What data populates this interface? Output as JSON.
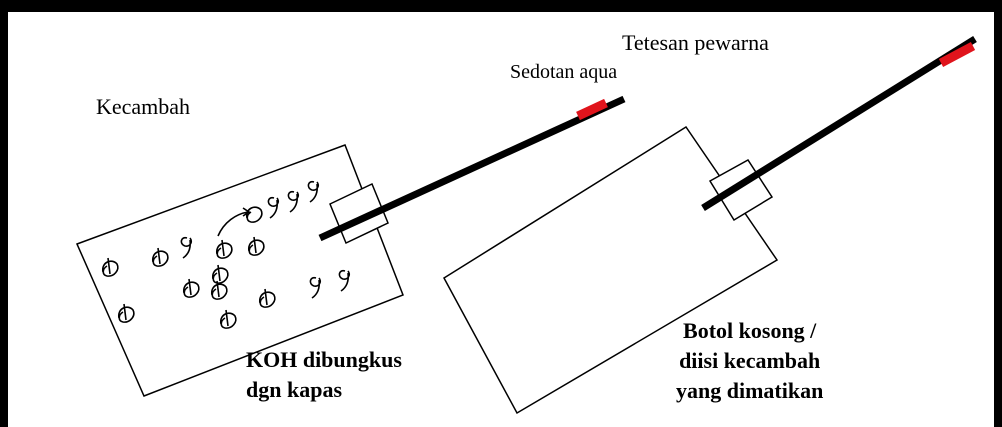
{
  "labels": {
    "tetesan": "Tetesan pewarna",
    "sedotan": "Sedotan aqua",
    "kecambah": "Kecambah",
    "koh_line1": "KOH dibungkus",
    "koh_line2": "dgn kapas",
    "botol_line1": "Botol kosong /",
    "botol_line2": "diisi kecambah",
    "botol_line3": "yang dimatikan"
  },
  "colors": {
    "line": "#000000",
    "dye": "#e0141c",
    "background": "#ffffff"
  },
  "icons": {
    "seed": "sprout-icon"
  }
}
